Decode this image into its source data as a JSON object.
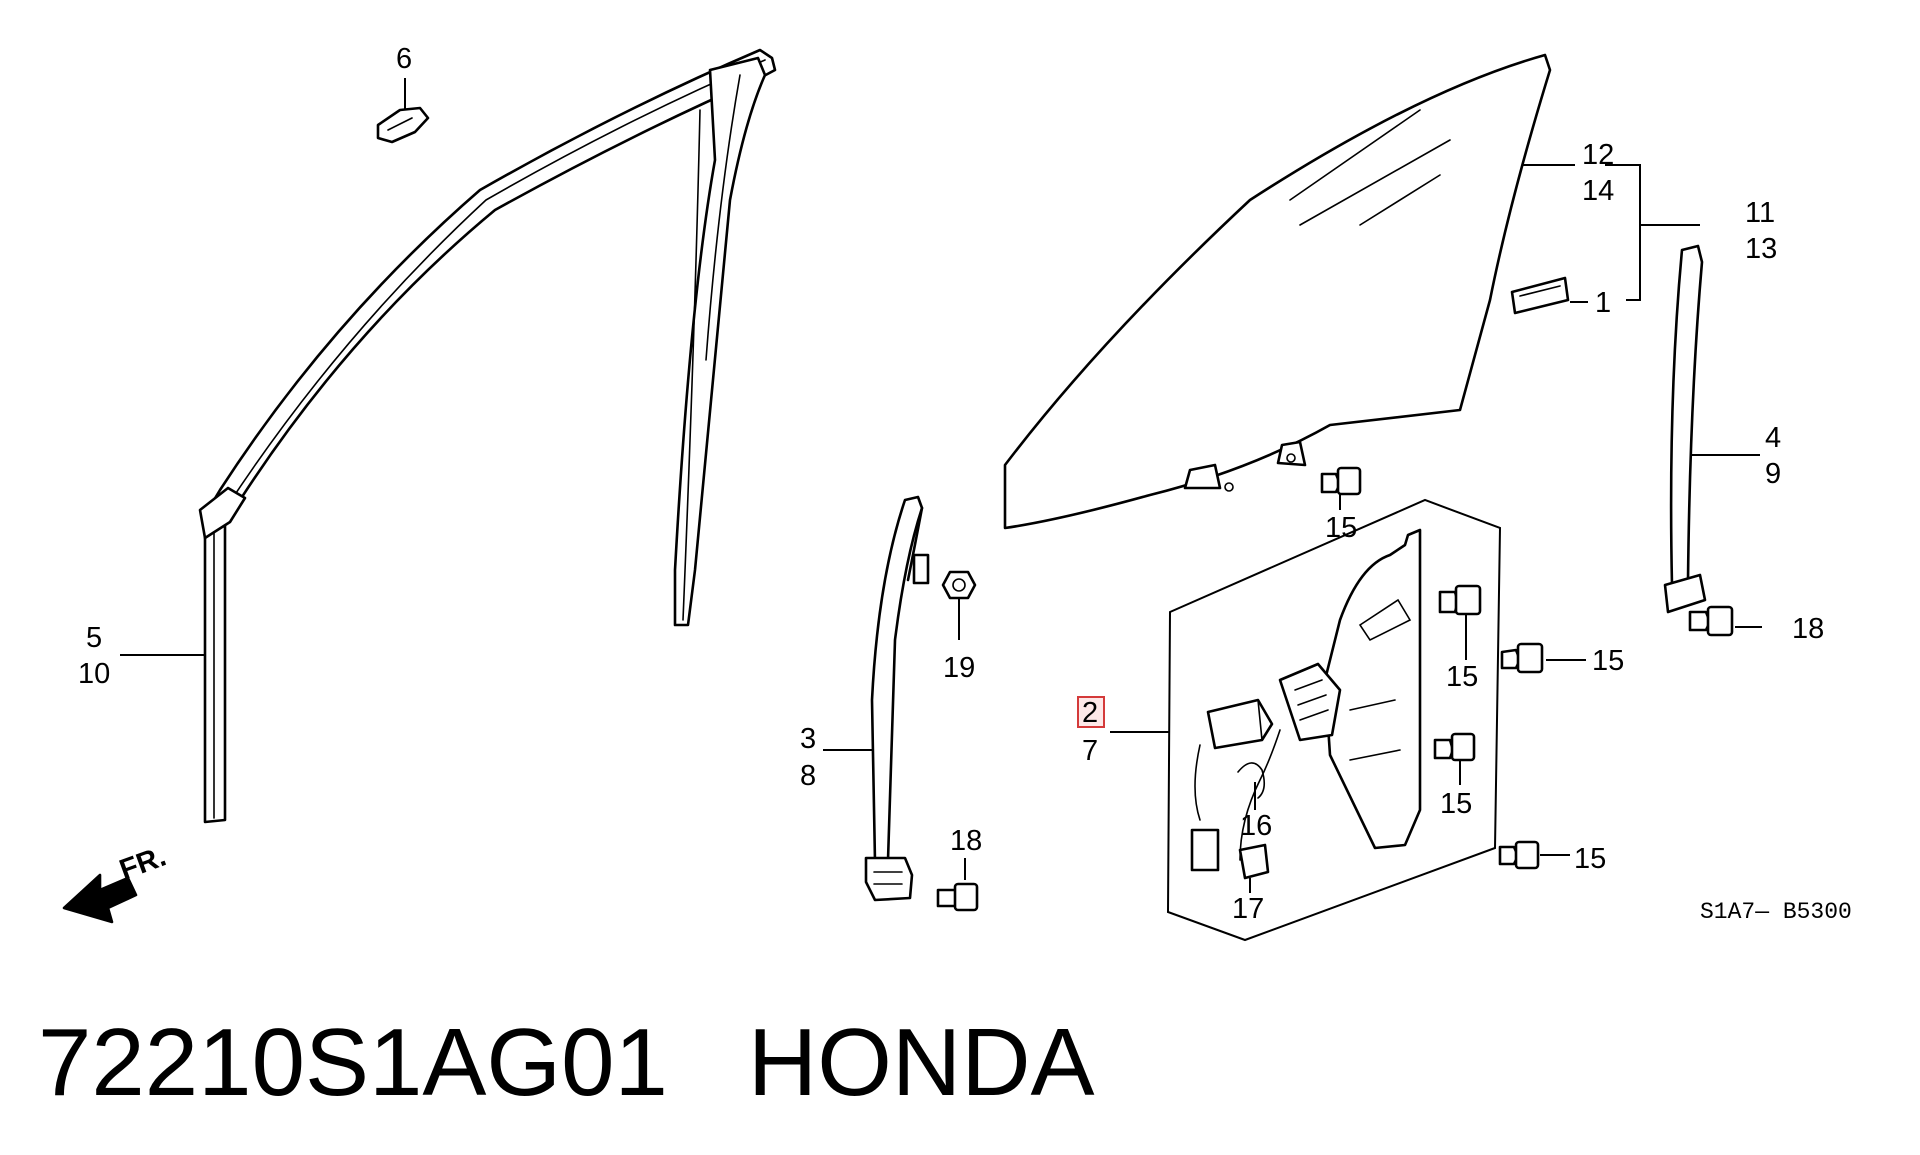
{
  "diagram_code": "S1A7— B5300",
  "direction_label": "FR.",
  "caption": {
    "part_number": "72210S1AG01",
    "brand": "HONDA"
  },
  "callouts": {
    "c1": "1",
    "c2": "2",
    "c3": "3",
    "c4": "4",
    "c5": "5",
    "c6": "6",
    "c7": "7",
    "c8": "8",
    "c9": "9",
    "c10": "10",
    "c11": "11",
    "c12": "12",
    "c13": "13",
    "c14": "14",
    "c15": "15",
    "c16": "16",
    "c17": "17",
    "c18": "18",
    "c19": "19"
  },
  "highlighted_callout": "2",
  "colors": {
    "line": "#000000",
    "highlight": "#d43a3a",
    "background": "#ffffff"
  }
}
